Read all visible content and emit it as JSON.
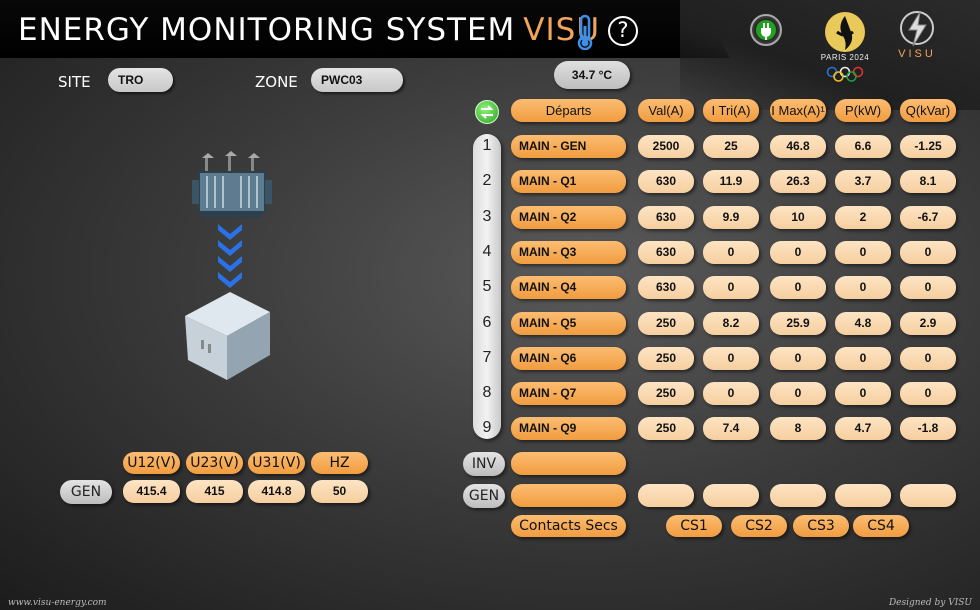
{
  "header": {
    "title": "ENERGY MONITORING SYSTEM",
    "title_accent": "VISU",
    "help_symbol": "?",
    "icons": [
      "thermometer-icon",
      "help-icon",
      "plug-icon",
      "paris-2024-logo",
      "visu-logo"
    ],
    "paris_text": "PARIS 2024",
    "visu_text": "VISU"
  },
  "colors": {
    "accent": "#f2a55a",
    "pill_orange": "#f4a54c",
    "pill_light": "#fbd9b0",
    "pill_grey": "#d4d4d4",
    "thermometer": "#3f8fe6",
    "chevron": "#2a72e8",
    "swap_green": "#4cc93a"
  },
  "site": {
    "label": "SITE",
    "value": "TRO"
  },
  "zone": {
    "label": "ZONE",
    "value": "PWC03"
  },
  "temperature": "34.7 °C",
  "table": {
    "headers": [
      "Départs",
      "Val(A)",
      "I Tri(A)",
      "I Max(A)¹",
      "P(kW)",
      "Q(kVar)"
    ],
    "rows": [
      {
        "num": "1",
        "name": "MAIN - GEN",
        "vals": [
          "2500",
          "25",
          "46.8",
          "6.6",
          "-1.25"
        ]
      },
      {
        "num": "2",
        "name": "MAIN - Q1",
        "vals": [
          "630",
          "11.9",
          "26.3",
          "3.7",
          "8.1"
        ]
      },
      {
        "num": "3",
        "name": "MAIN - Q2",
        "vals": [
          "630",
          "9.9",
          "10",
          "2",
          "-6.7"
        ]
      },
      {
        "num": "4",
        "name": "MAIN - Q3",
        "vals": [
          "630",
          "0",
          "0",
          "0",
          "0"
        ]
      },
      {
        "num": "5",
        "name": "MAIN - Q4",
        "vals": [
          "630",
          "0",
          "0",
          "0",
          "0"
        ]
      },
      {
        "num": "6",
        "name": "MAIN - Q5",
        "vals": [
          "250",
          "8.2",
          "25.9",
          "4.8",
          "2.9"
        ]
      },
      {
        "num": "7",
        "name": "MAIN - Q6",
        "vals": [
          "250",
          "0",
          "0",
          "0",
          "0"
        ]
      },
      {
        "num": "8",
        "name": "MAIN - Q7",
        "vals": [
          "250",
          "0",
          "0",
          "0",
          "0"
        ]
      },
      {
        "num": "9",
        "name": "MAIN - Q9",
        "vals": [
          "250",
          "7.4",
          "8",
          "4.7",
          "-1.8"
        ]
      }
    ]
  },
  "inv": {
    "label": "INV"
  },
  "gen_row": {
    "label": "GEN"
  },
  "contacts": {
    "label": "Contacts Secs",
    "items": [
      "CS1",
      "CS2",
      "CS3",
      "CS4"
    ]
  },
  "voltages": {
    "headers": [
      "U12(V)",
      "U23(V)",
      "U31(V)",
      "HZ"
    ],
    "row_label": "GEN",
    "values": [
      "415.4",
      "415",
      "414.8",
      "50"
    ]
  },
  "footer": {
    "left": "www.visu-energy.com",
    "right": "Designed by VISU"
  }
}
